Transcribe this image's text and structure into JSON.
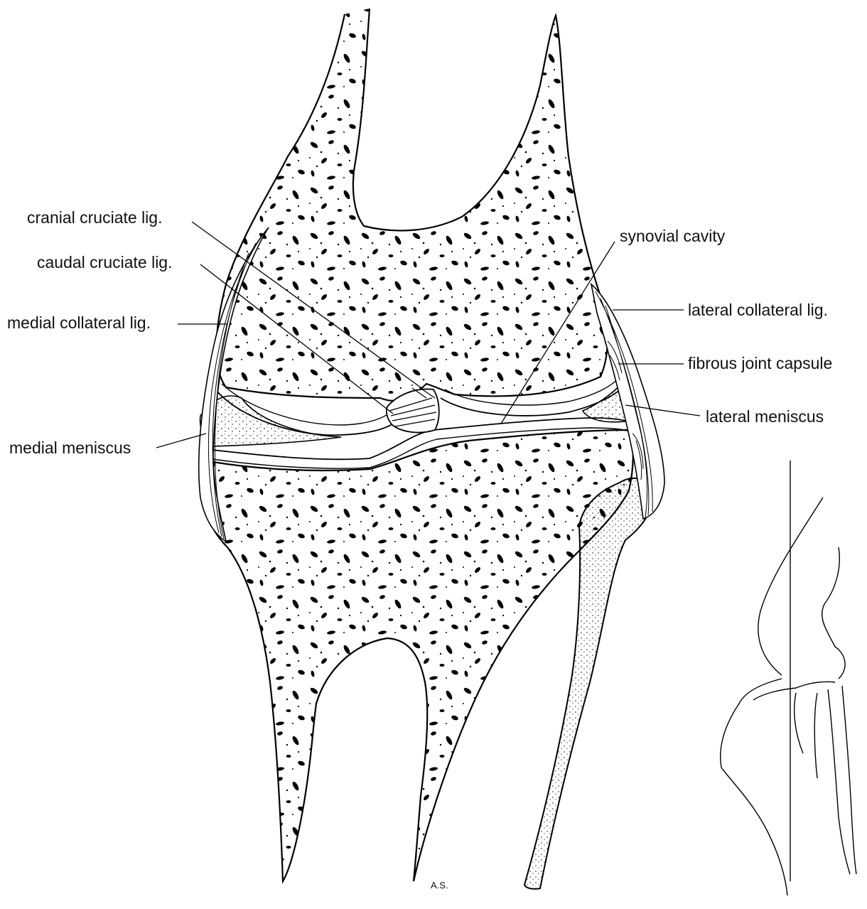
{
  "labels": {
    "cranial_cruciate": "cranial cruciate lig.",
    "caudal_cruciate": "caudal cruciate lig.",
    "medial_collateral": "medial collateral lig.",
    "medial_meniscus": "medial meniscus",
    "synovial_cavity": "synovial cavity",
    "lateral_collateral": "lateral collateral lig.",
    "fibrous_capsule": "fibrous joint capsule",
    "lateral_meniscus": "lateral meniscus"
  },
  "signature": "A.S."
}
